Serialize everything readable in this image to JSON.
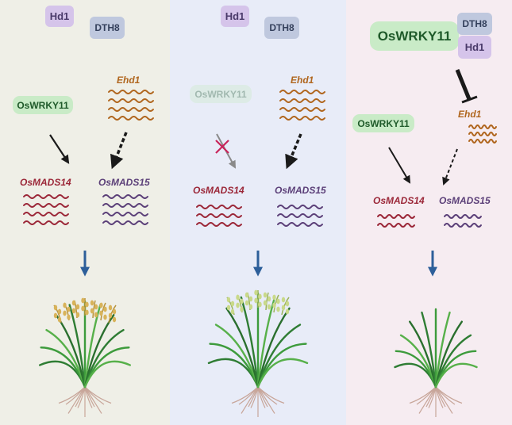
{
  "panels": [
    {
      "hd1": "Hd1",
      "dth8": "DTH8",
      "wrky": "OsWRKY11",
      "ehd1": "Ehd1",
      "mads14": "OsMADS14",
      "mads15": "OsMADS15",
      "plant_stage": "heading",
      "wrky_state": "normal",
      "mads14_link": "activates"
    },
    {
      "hd1": "Hd1",
      "dth8": "DTH8",
      "wrky": "OsWRKY11",
      "ehd1": "Ehd1",
      "mads14": "OsMADS14",
      "mads15": "OsMADS15",
      "plant_stage": "early heading",
      "wrky_state": "faded",
      "mads14_link": "blocked"
    },
    {
      "hd1": "Hd1",
      "dth8": "DTH8",
      "wrky_large": "OsWRKY11",
      "wrky": "OsWRKY11",
      "ehd1": "Ehd1",
      "mads14": "OsMADS14",
      "mads15": "OsMADS15",
      "plant_stage": "vegetative",
      "wrky_state": "overexpressed",
      "ehd1_link": "inhibited"
    }
  ],
  "colors": {
    "panel_1_bg": "#efefe7",
    "panel_2_bg": "#e8ecf8",
    "panel_3_bg": "#f6ecf1",
    "ehd1": "#b0661e",
    "mads14": "#9b2738",
    "mads15": "#5b3f78",
    "wrky_fill": "#c9ebc7",
    "hd1_fill": "#d5c4ea",
    "dth8_fill": "#bfc8de",
    "flow_arrow": "#2d5f9a",
    "block_mark": "#c8245a"
  }
}
